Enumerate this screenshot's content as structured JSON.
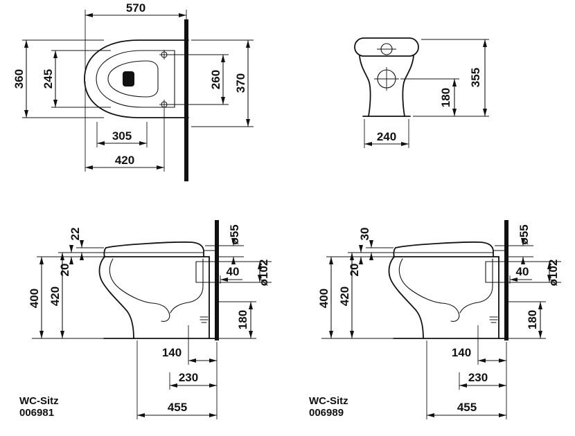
{
  "drawing": {
    "ink_color": "#111111",
    "background_color": "#ffffff",
    "plan": {
      "d570": "570",
      "d360": "360",
      "d245": "245",
      "d260": "260",
      "d370": "370",
      "d305": "305",
      "d420": "420"
    },
    "front": {
      "d355": "355",
      "d180": "180",
      "d240": "240"
    },
    "side_left": {
      "label1": "WC-Sitz",
      "label2": "006981",
      "d_seat": "22",
      "d20": "20",
      "d400": "400",
      "d420": "420",
      "d55": "ø55",
      "d102": "ø102",
      "d40": "40",
      "d180": "180",
      "d140": "140",
      "d230": "230",
      "d455": "455"
    },
    "side_right": {
      "label1": "WC-Sitz",
      "label2": "006989",
      "d_seat": "30",
      "d20": "20",
      "d400": "400",
      "d420": "420",
      "d55": "ø55",
      "d102": "ø102",
      "d40": "40",
      "d180": "180",
      "d140": "140",
      "d230": "230",
      "d455": "455"
    }
  }
}
